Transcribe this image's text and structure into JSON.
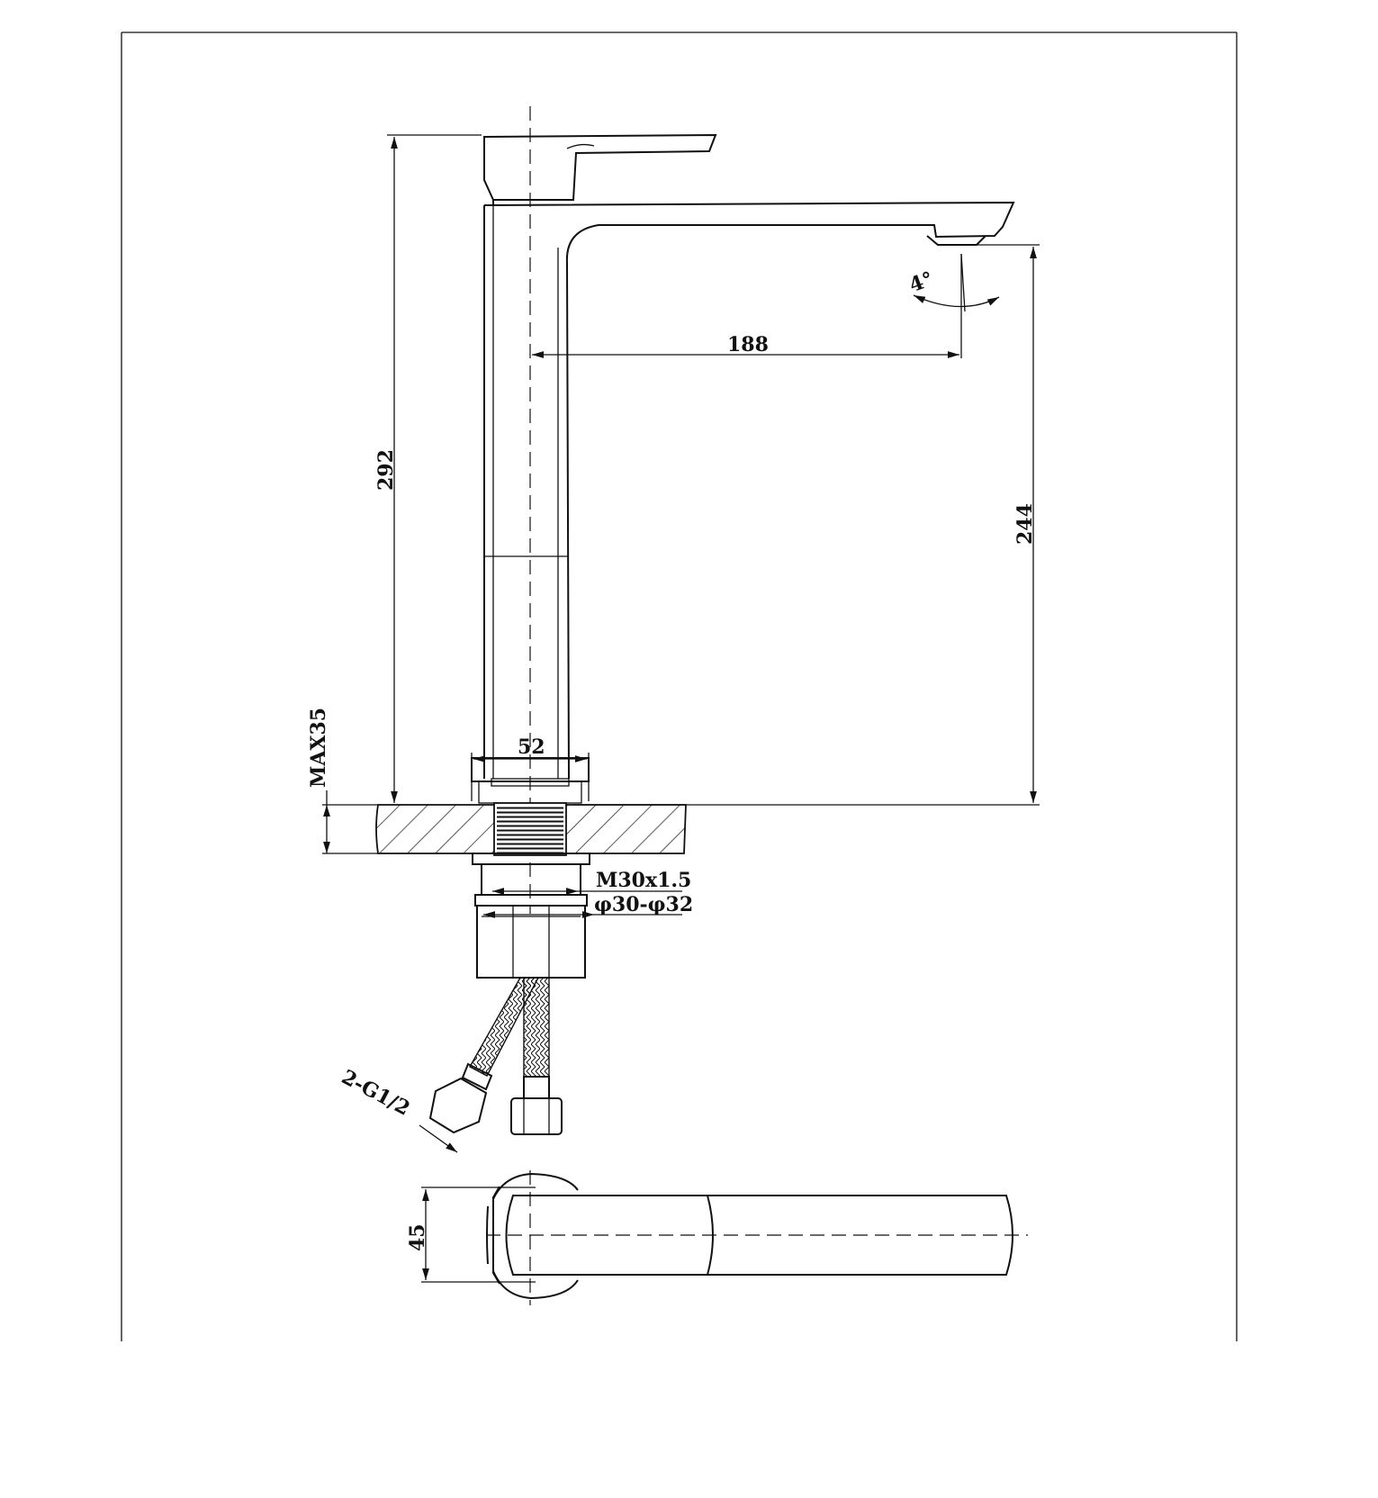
{
  "dimensions": {
    "total_height": "292",
    "spout_height": "244",
    "spout_reach": "188",
    "body_width": "52",
    "max_counter": "MAX35",
    "thread": "M30x1.5",
    "hole_diameter": "φ30-φ32",
    "hose_connection": "2-G1/2",
    "top_view_width": "45",
    "spout_angle": "4°"
  }
}
